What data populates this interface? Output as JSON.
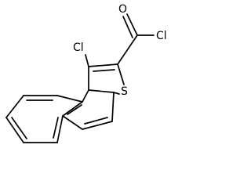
{
  "molecule": {
    "atoms": {
      "chlorine_ring": "Cl",
      "sulfur": "S",
      "oxygen": "O",
      "chlorine_acyl": "Cl"
    }
  },
  "colors": {
    "bond": "#000000",
    "label": "#000000",
    "background": "#ffffff"
  }
}
